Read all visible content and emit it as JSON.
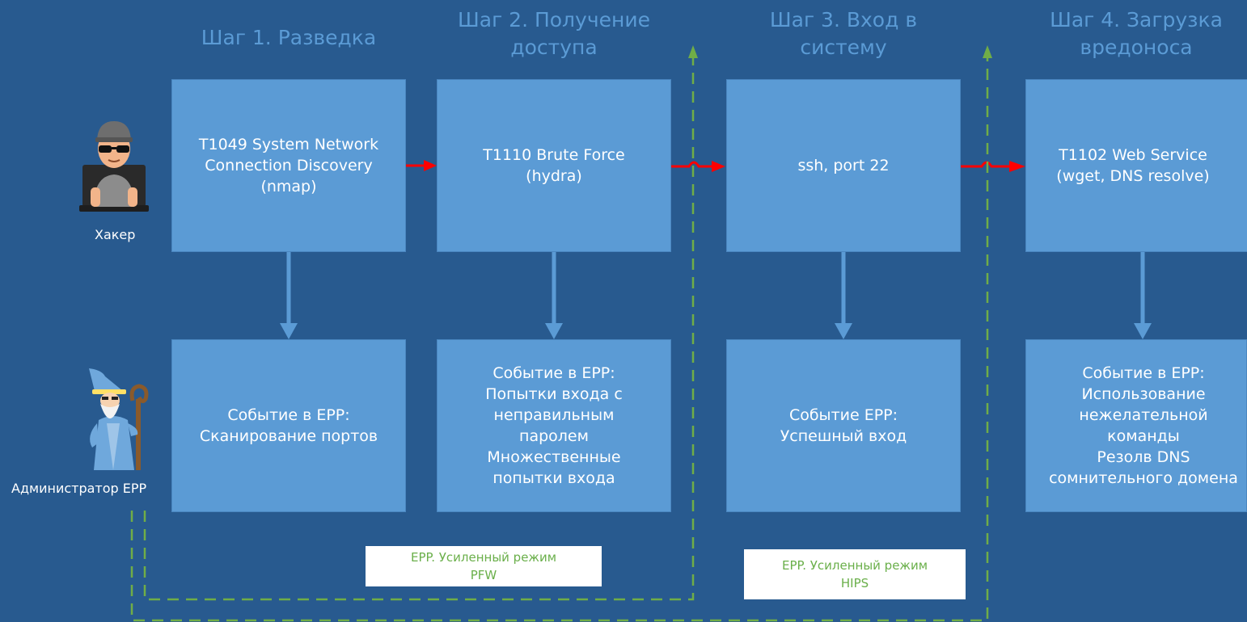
{
  "colors": {
    "background": "#285a8f",
    "box": "#5b9bd5",
    "title": "#5b9bd5",
    "attack_arrow": "#ff0000",
    "flow_arrow": "#5b9bd5",
    "dashed": "#70ad47"
  },
  "actors": {
    "hacker": {
      "label": "Хакер",
      "icon": "hacker-icon"
    },
    "admin": {
      "label": "Администратор EPP",
      "icon": "wizard-icon"
    }
  },
  "steps": [
    {
      "title": [
        "Шаг 1. Разведка"
      ],
      "technique": [
        "T1049 System Network",
        "Connection Discovery",
        "(nmap)"
      ],
      "event": [
        "Событие в EPP:",
        "Сканирование портов"
      ]
    },
    {
      "title": [
        "Шаг 2. Получение",
        "доступа"
      ],
      "technique": [
        "T1110 Brute Force",
        "(hydra)"
      ],
      "event": [
        "Событие в EPP:",
        "Попытки входа с",
        "неправильным",
        "паролем",
        "Множественные",
        "попытки входа"
      ]
    },
    {
      "title": [
        "Шаг 3. Вход в",
        "систему"
      ],
      "technique": [
        "ssh, port 22"
      ],
      "event": [
        "Событие EPP:",
        "Успешный вход"
      ]
    },
    {
      "title": [
        "Шаг 4. Загрузка",
        "вредоноса"
      ],
      "technique": [
        "T1102 Web Service",
        "(wget, DNS resolve)"
      ],
      "event": [
        "Событие в EPP:",
        "Использование",
        "нежелательной",
        "команды",
        "Резолв DNS",
        "сомнительного домена"
      ]
    }
  ],
  "modes": [
    {
      "lines": [
        "EPP. Усиленный режим",
        "PFW"
      ]
    },
    {
      "lines": [
        "EPP. Усиленный режим",
        "HIPS"
      ]
    }
  ]
}
